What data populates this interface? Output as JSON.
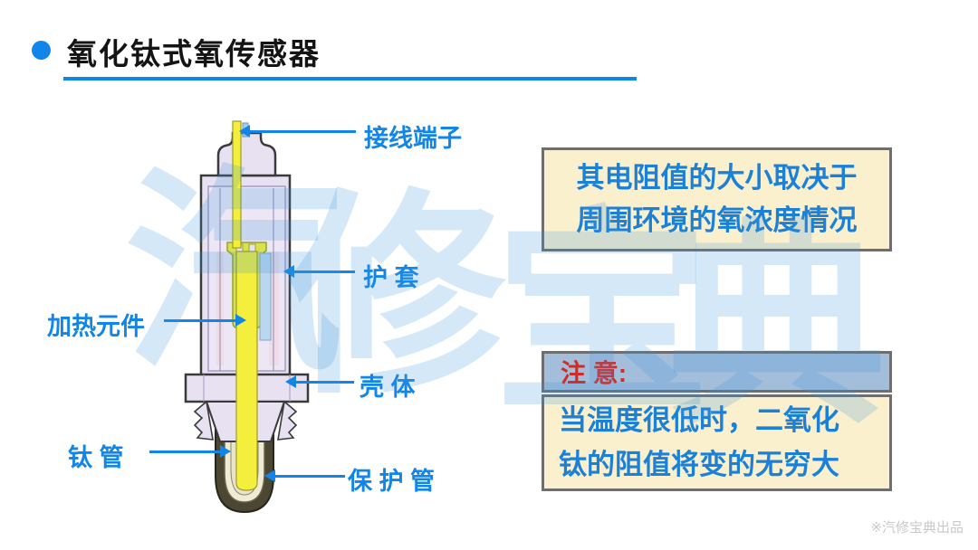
{
  "slide": {
    "title": "氧化钛式氧传感器",
    "footer_credit": "※汽修宝典出品",
    "watermark": {
      "text": "汽修宝典",
      "chars": [
        "汽",
        "修",
        "宝",
        "典"
      ]
    }
  },
  "colors": {
    "accent": "#1286E8",
    "box-bg": "#FBF0CD",
    "box-border": "#6E6E6E",
    "note-header-bg": "#A3BEDB",
    "note-red": "#D42B24",
    "box-blue": "#1B80D8",
    "watermark": "rgba(62,148,220,0.22)",
    "footer-gray": "#C9C9C9",
    "title-color": "#141414",
    "diagram-body-lavender": "#E7E1F1",
    "diagram-rod-yellow": "#F3EF3C",
    "diagram-holder-green": "#D9E24C",
    "diagram-tube-olive": "#4B4732",
    "diagram-blue-part": "#BBD7EF"
  },
  "diagram": {
    "description": "钛管式氧传感器剖面图",
    "labels": [
      {
        "id": "terminal",
        "text": "接线端子"
      },
      {
        "id": "sheath",
        "text": "护 套"
      },
      {
        "id": "heater",
        "text": "加热元件"
      },
      {
        "id": "shell",
        "text": "壳 体"
      },
      {
        "id": "titanium",
        "text": "钛 管"
      },
      {
        "id": "protection",
        "text": "保 护 管"
      }
    ]
  },
  "info_box": {
    "line1": "其电阻值的大小取决于",
    "line2": "周围环境的氧浓度情况"
  },
  "note_box": {
    "header": "注 意:",
    "line1": "当温度很低时，二氧化",
    "line2": "钛的阻值将变的无穷大"
  }
}
